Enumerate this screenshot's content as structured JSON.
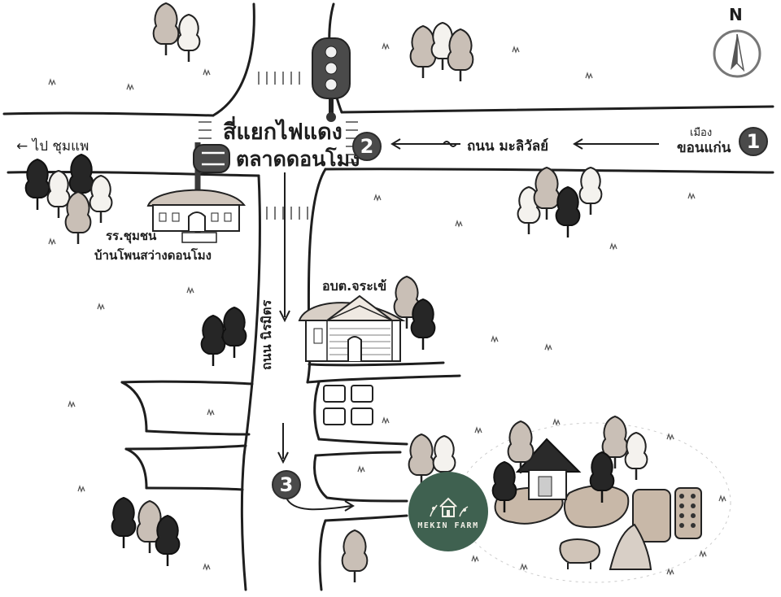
{
  "compass": {
    "letter": "N"
  },
  "labels": {
    "intersection_line1": "สี่แยกไฟแดง",
    "intersection_line2": "ตลาดดอนโมง",
    "to_chum_phae": "← ไป ชุมแพ",
    "road_mali_wan": "ถนน มะลิวัลย์",
    "khon_kaen_top": "เมือง",
    "khon_kaen_bottom": "ขอนแก่น",
    "school_line1": "รร.ชุมชน",
    "school_line2": "บ้านโพนสว่างดอนโมง",
    "sao": "อบต.จระเข้",
    "road_niramit": "ถนน นิรมิตร"
  },
  "markers": [
    "1",
    "2",
    "3"
  ],
  "logo": {
    "name": "MEKIN FARM",
    "bg": "#3f6150",
    "icon": "farm-house-icon"
  },
  "colors": {
    "ink": "#1e1e1e",
    "tree_gray": "#b8b0a8",
    "tree_dark": "#262626",
    "farm_tan": "#c8b8a8"
  }
}
